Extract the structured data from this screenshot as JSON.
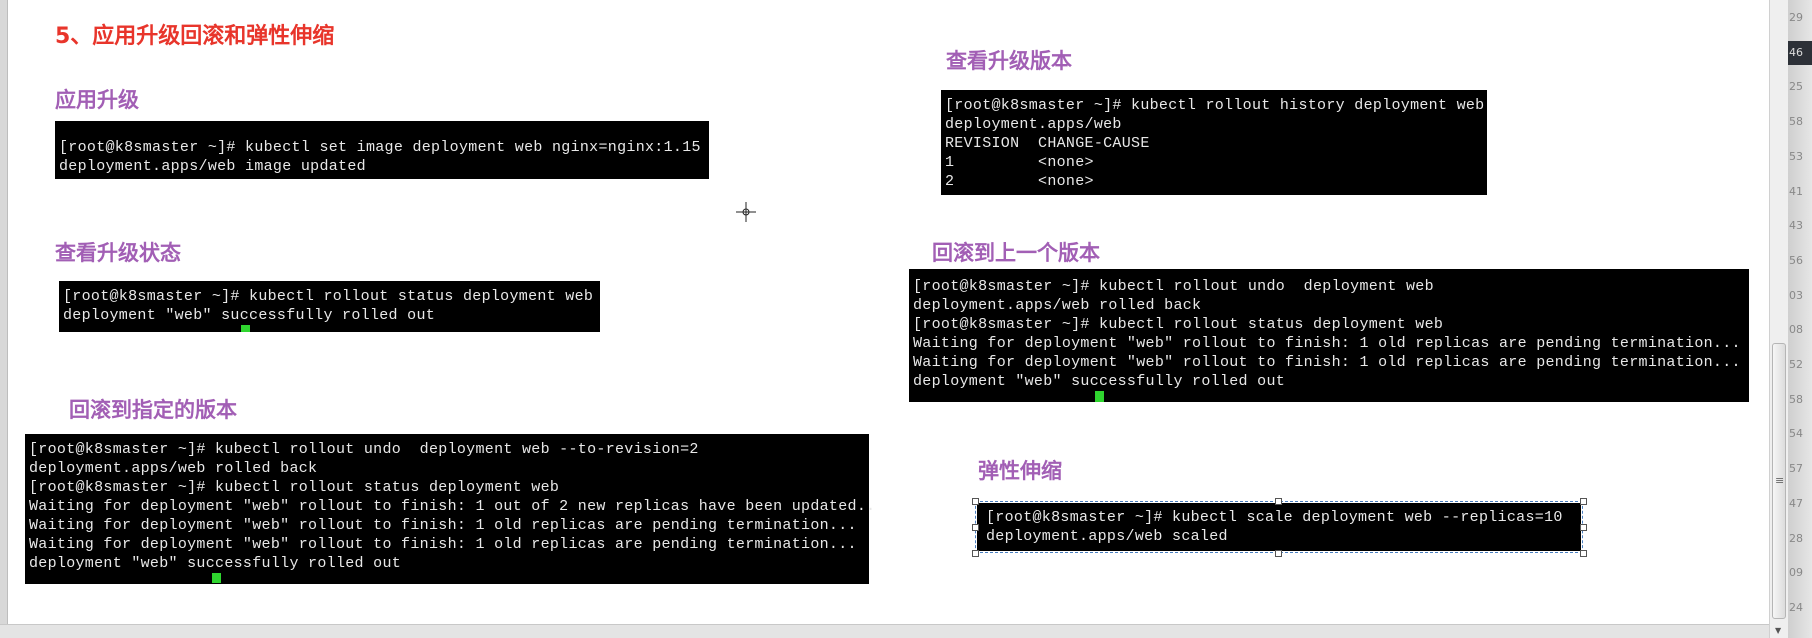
{
  "title": "5、应用升级回滚和弹性伸缩",
  "sections": {
    "upgrade": {
      "heading": "应用升级",
      "lines": [
        "[root@k8smaster ~]# kubectl set image deployment web nginx=nginx:1.15",
        "deployment.apps/web image updated"
      ]
    },
    "status": {
      "heading": "查看升级状态",
      "lines": [
        "[root@k8smaster ~]# kubectl rollout status deployment web",
        "deployment \"web\" successfully rolled out"
      ]
    },
    "undo_to_revision": {
      "heading": "回滚到指定的版本",
      "lines": [
        "[root@k8smaster ~]# kubectl rollout undo  deployment web --to-revision=2",
        "deployment.apps/web rolled back",
        "[root@k8smaster ~]# kubectl rollout status deployment web",
        "Waiting for deployment \"web\" rollout to finish: 1 out of 2 new replicas have been updated..",
        "Waiting for deployment \"web\" rollout to finish: 1 old replicas are pending termination...",
        "Waiting for deployment \"web\" rollout to finish: 1 old replicas are pending termination...",
        "deployment \"web\" successfully rolled out"
      ]
    },
    "history": {
      "heading": "查看升级版本",
      "lines": [
        "[root@k8smaster ~]# kubectl rollout history deployment web",
        "deployment.apps/web",
        "REVISION  CHANGE-CAUSE",
        "1         <none>",
        "2         <none>"
      ]
    },
    "undo_previous": {
      "heading": "回滚到上一个版本",
      "lines": [
        "[root@k8smaster ~]# kubectl rollout undo  deployment web",
        "deployment.apps/web rolled back",
        "[root@k8smaster ~]# kubectl rollout status deployment web",
        "Waiting for deployment \"web\" rollout to finish: 1 old replicas are pending termination...",
        "Waiting for deployment \"web\" rollout to finish: 1 old replicas are pending termination...",
        "deployment \"web\" successfully rolled out"
      ]
    },
    "scale": {
      "heading": "弹性伸缩",
      "lines": [
        "[root@k8smaster ~]# kubectl scale deployment web --replicas=10",
        "deployment.apps/web scaled"
      ]
    }
  },
  "side_numbers": [
    "29",
    "46",
    "25",
    "58",
    "53",
    "41",
    "43",
    "56",
    "03",
    "08",
    "52",
    "58",
    "54",
    "57",
    "47",
    "28",
    "09",
    "24"
  ],
  "active_side_number_index": 1,
  "colors": {
    "title": "#e8352b",
    "heading": "#a25fb5",
    "terminal_bg": "#000000",
    "cursor": "#2fd52f"
  }
}
